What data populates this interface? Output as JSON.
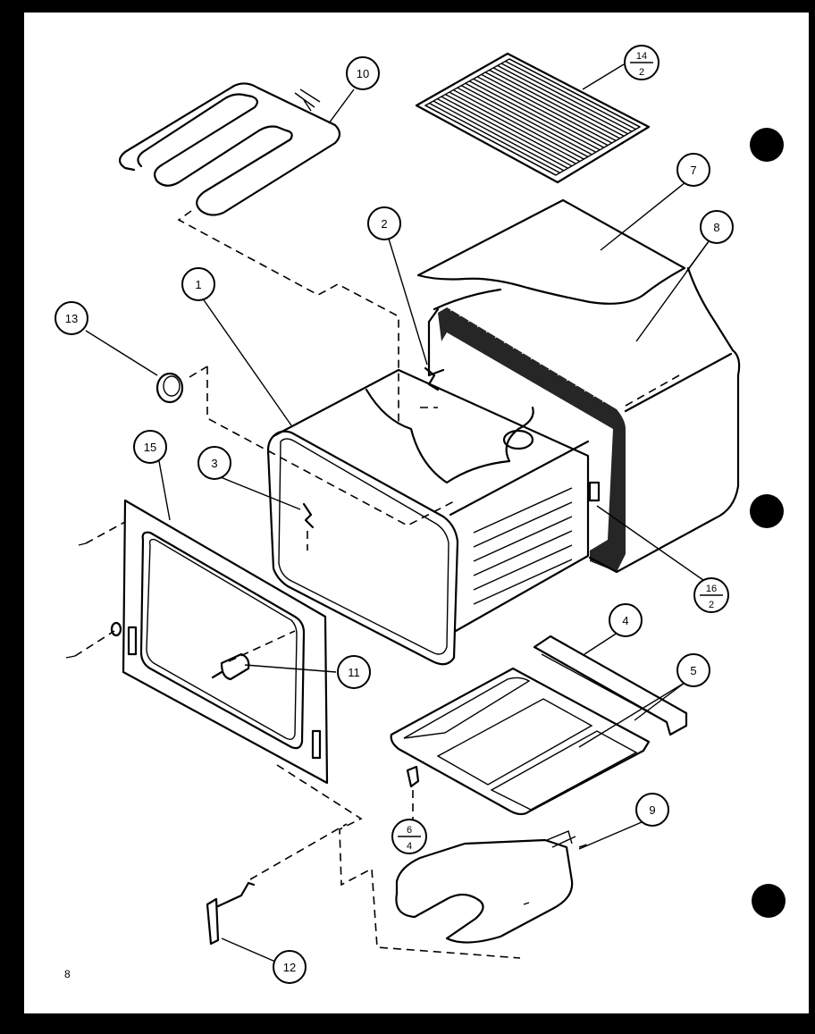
{
  "diagram": {
    "page_number": "8",
    "callouts": [
      {
        "id": "c1",
        "label": "1"
      },
      {
        "id": "c2",
        "label": "2"
      },
      {
        "id": "c3",
        "label": "3"
      },
      {
        "id": "c4",
        "label": "4"
      },
      {
        "id": "c5",
        "label": "5"
      },
      {
        "id": "c7",
        "label": "7"
      },
      {
        "id": "c8",
        "label": "8"
      },
      {
        "id": "c9",
        "label": "9"
      },
      {
        "id": "c10",
        "label": "10"
      },
      {
        "id": "c11",
        "label": "11"
      },
      {
        "id": "c12",
        "label": "12"
      },
      {
        "id": "c13",
        "label": "13"
      },
      {
        "id": "c15",
        "label": "15"
      }
    ],
    "fraction_callouts": [
      {
        "id": "f14",
        "top": "14",
        "bottom": "2"
      },
      {
        "id": "f16",
        "top": "16",
        "bottom": "2"
      },
      {
        "id": "f6",
        "top": "6",
        "bottom": "4"
      }
    ]
  }
}
